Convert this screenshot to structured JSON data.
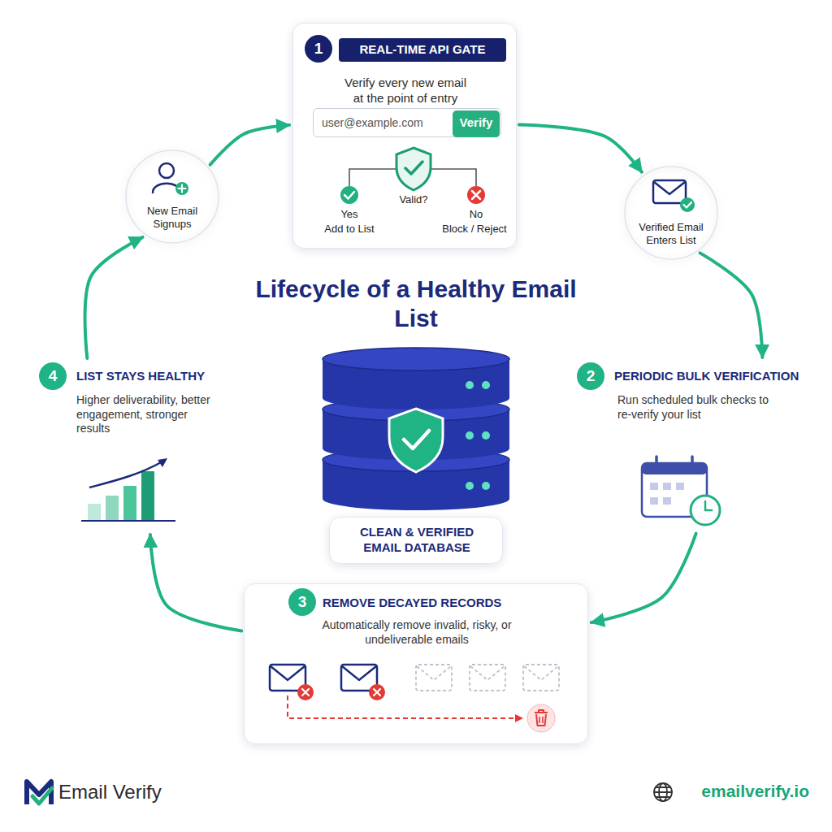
{
  "diagram": {
    "title": "Lifecycle of a Healthy Email List",
    "nodes": [
      {
        "text": [
          "REAL-TIME API GATE",
          "Verify every new email at the point of entry"
        ]
      },
      {
        "text": [
          "user@example.com"
        ],
        "in": 0
      },
      {
        "text": [
          "Verify"
        ],
        "in": 0
      },
      {
        "text": [
          "Verified Email Enters List"
        ]
      },
      {
        "text": [
          "PERIODIC BULK VERIFICATION",
          "Run scheduled bulk checks to re-verify your list"
        ]
      },
      {
        "text": [
          "REMOVE DECAYED RECORDS",
          "Automatically remove invalid, risky, or undeliverable emails"
        ]
      },
      {
        "text": [
          "LIST STAYS HEALTHY",
          "Higher deliverability, better engagement, stronger results"
        ]
      },
      {
        "text": [
          "New Email Signups"
        ]
      },
      {
        "text": [
          "CLEAN & VERIFIED EMAIL DATABASE"
        ]
      }
    ],
    "edges": [
      {
        "from": 7,
        "to": 0,
        "arrow": "to"
      },
      {
        "from": 0,
        "to": 3,
        "arrow": "to"
      },
      {
        "from": 3,
        "to": 4,
        "arrow": "to"
      },
      {
        "from": 4,
        "to": 5,
        "arrow": "to"
      },
      {
        "from": 5,
        "to": 6,
        "arrow": "to"
      },
      {
        "from": 6,
        "to": 7,
        "arrow": "to"
      }
    ],
    "labels": [
      "1",
      "Valid?",
      "Yes",
      "Add to List",
      "No",
      "Block / Reject",
      "2",
      "3",
      "4",
      "Email Verify",
      "emailverify.io"
    ]
  }
}
